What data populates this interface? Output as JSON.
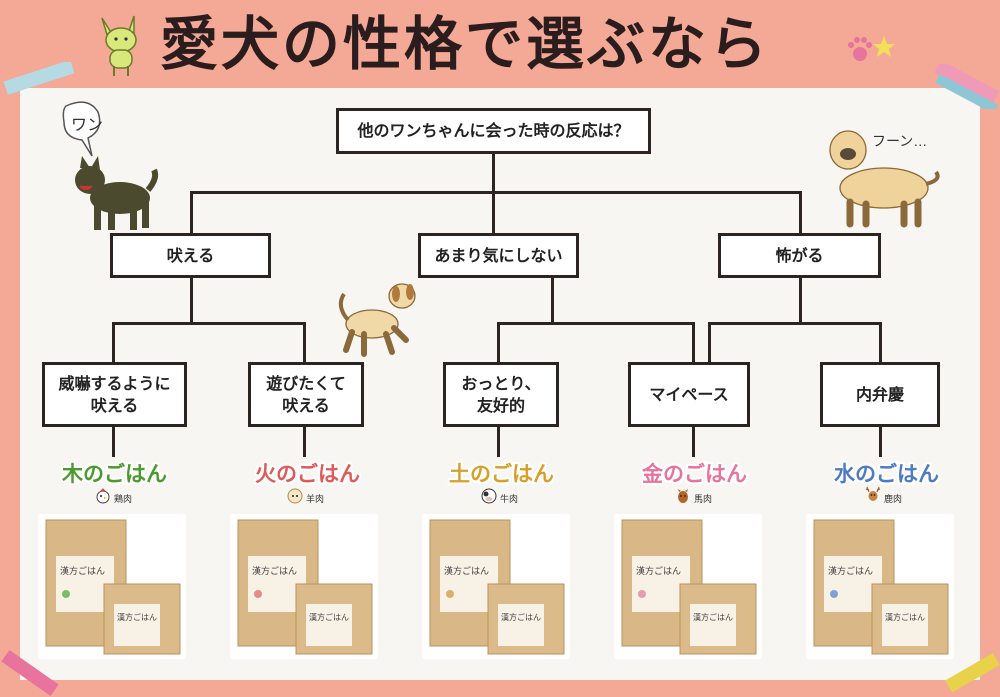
{
  "title": "愛犬の性格で選ぶなら",
  "colors": {
    "background": "#f3a996",
    "board": "#f8f6f2",
    "line": "#2b2420"
  },
  "question": "他のワンちゃんに会った時の反応は？",
  "dog_speech": {
    "bark": "ワン",
    "growl": "フーン…"
  },
  "level2": [
    {
      "label": "吠える"
    },
    {
      "label": "あまり気にしない"
    },
    {
      "label": "怖がる"
    }
  ],
  "level3": [
    {
      "line1": "威嚇するように",
      "line2": "吠える"
    },
    {
      "line1": "遊びたくて",
      "line2": "吠える"
    },
    {
      "line1": "おっとり、",
      "line2": "友好的"
    },
    {
      "line1": "マイペース",
      "line2": ""
    },
    {
      "line1": "内弁慶",
      "line2": ""
    }
  ],
  "foods": [
    {
      "name": "木のごはん",
      "meat": "鶏肉",
      "color": "#4a9a2c",
      "icon": "chicken-icon",
      "tint": "#7bbd62"
    },
    {
      "name": "火のごはん",
      "meat": "羊肉",
      "color": "#e05a5a",
      "icon": "sheep-icon",
      "tint": "#e58b8b"
    },
    {
      "name": "土のごはん",
      "meat": "牛肉",
      "color": "#d8a02a",
      "icon": "cow-icon",
      "tint": "#d9b06a"
    },
    {
      "name": "金のごはん",
      "meat": "馬肉",
      "color": "#e8739c",
      "icon": "horse-icon",
      "tint": "#e79bb5"
    },
    {
      "name": "水のごはん",
      "meat": "鹿肉",
      "color": "#4c7bc4",
      "icon": "deer-icon",
      "tint": "#7fa2d6"
    }
  ],
  "package_text": "漢方ごはん"
}
